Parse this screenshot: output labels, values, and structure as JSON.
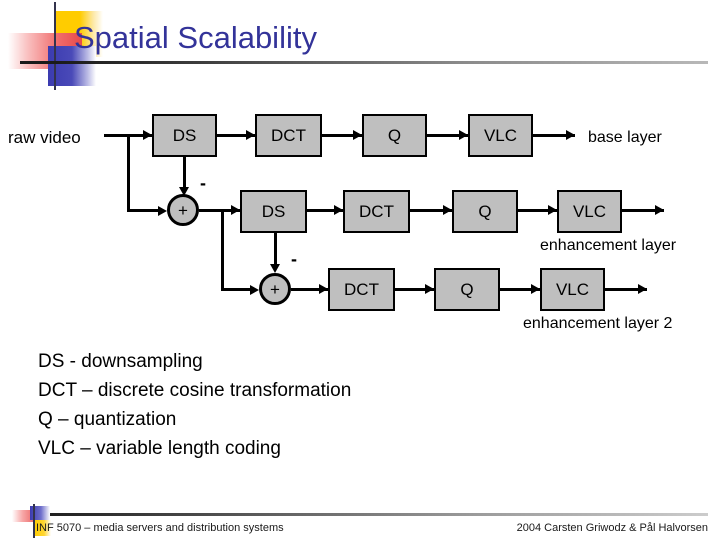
{
  "slide": {
    "title": "Spatial Scalability"
  },
  "diagram": {
    "input_label": "raw video",
    "adders": [
      {
        "symbol": "+",
        "minus": "-"
      },
      {
        "symbol": "+",
        "minus": "-"
      }
    ],
    "rows": [
      {
        "name": "base-layer-row",
        "boxes": [
          "DS",
          "DCT",
          "Q",
          "VLC"
        ],
        "output_label": "base layer"
      },
      {
        "name": "enhancement-layer-row",
        "boxes": [
          "DS",
          "DCT",
          "Q",
          "VLC"
        ],
        "output_label": "enhancement layer"
      },
      {
        "name": "enhancement-layer-2-row",
        "boxes": [
          "DCT",
          "Q",
          "VLC"
        ],
        "output_label": "enhancement layer 2"
      }
    ]
  },
  "legend": [
    "DS - downsampling",
    "DCT – discrete cosine transformation",
    "Q – quantization",
    "VLC – variable length coding"
  ],
  "footer": {
    "left": "INF 5070 – media servers and distribution systems",
    "right": "2004 Carsten Griwodz & Pål Halvorsen"
  },
  "colors": {
    "title": "#333399",
    "box_fill": "#bfbfbf",
    "box_stroke": "#000000",
    "logo_yellow": "#ffcc00",
    "logo_red": "#e84a4a",
    "logo_blue": "#3b3bb0"
  }
}
